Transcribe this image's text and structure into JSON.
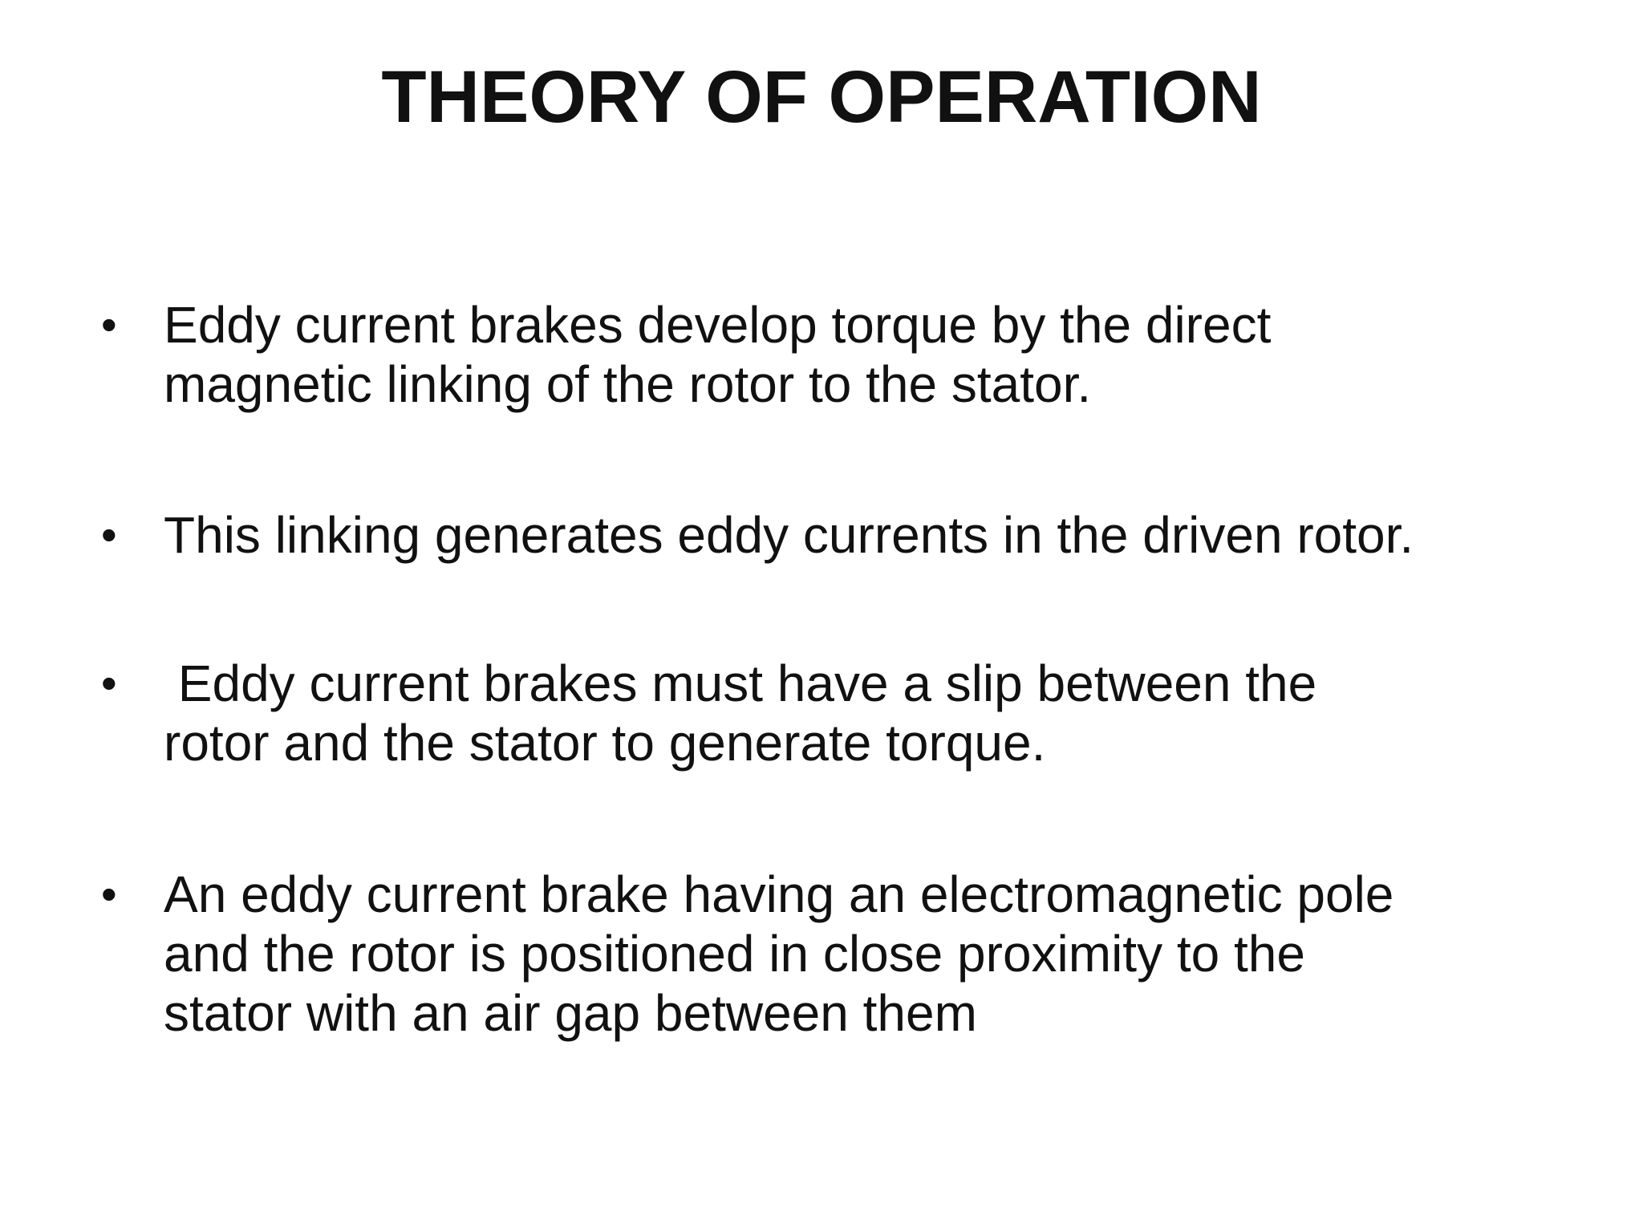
{
  "slide": {
    "title": "THEORY OF OPERATION",
    "bullets": [
      {
        "marker": "•",
        "text": "Eddy current brakes develop torque by the direct\nmagnetic linking of the rotor to the stator."
      },
      {
        "marker": "•",
        "text": "This linking generates eddy currents in the driven rotor."
      },
      {
        "marker": "•",
        "text": " Eddy current brakes must have a slip between the\nrotor and the stator to generate torque."
      },
      {
        "marker": "•",
        "text": "An eddy current brake having an electromagnetic pole\nand the rotor is positioned in close proximity to the\nstator with an air gap between them"
      }
    ]
  }
}
